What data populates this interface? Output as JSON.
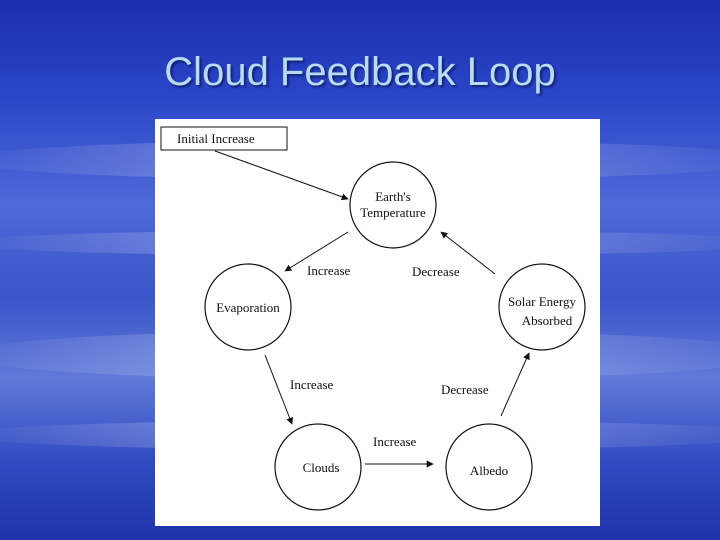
{
  "slide": {
    "title": "Cloud Feedback Loop"
  },
  "diagram": {
    "start_box": "Initial Increase",
    "nodes": {
      "temperature": [
        "Earth's",
        "Temperature"
      ],
      "evaporation": [
        "Evaporation"
      ],
      "solar": [
        "Solar Energy",
        "Absorbed"
      ],
      "clouds": [
        "Clouds"
      ],
      "albedo": [
        "Albedo"
      ]
    },
    "edge_labels": {
      "temp_to_evap": "Increase",
      "solar_to_temp": "Decrease",
      "evap_to_clouds": "Increase",
      "albedo_to_solar": "Decrease",
      "clouds_to_albedo": "Increase"
    }
  }
}
